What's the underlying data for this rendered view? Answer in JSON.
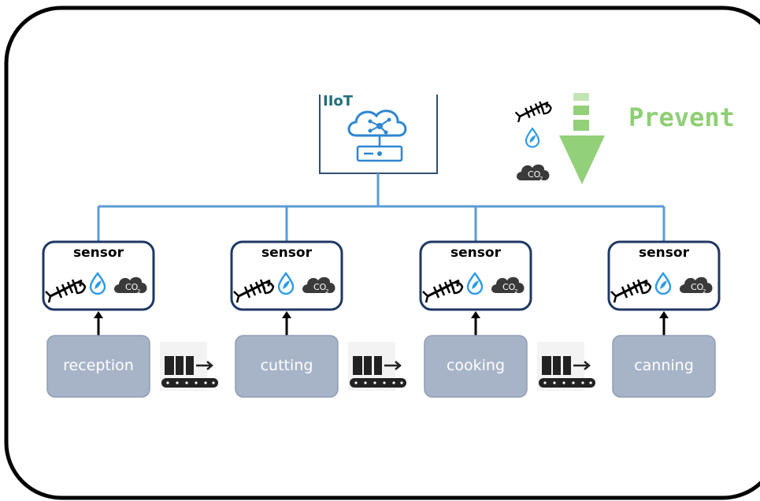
{
  "hub": {
    "label": "IIoT",
    "icon": "cloud-network-server-icon"
  },
  "legend": {
    "action_label": "Prevent",
    "arrow_color": "#92d07a",
    "icons": [
      "fish-bone-icon",
      "water-drop-icon",
      "co2-cloud-icon"
    ]
  },
  "sensor_label": "sensor",
  "co2_text": "CO",
  "co2_sub": "2",
  "stages": [
    {
      "label": "reception"
    },
    {
      "label": "cutting"
    },
    {
      "label": "cooking"
    },
    {
      "label": "canning"
    }
  ],
  "colors": {
    "line": "#5b9bd5",
    "stage_fill": "#a7b4c8",
    "sensor_border": "#1f3864",
    "drop": "#2e9be6",
    "co2_cloud": "#3a3a3a",
    "prevent_text": "#8fcf74"
  }
}
